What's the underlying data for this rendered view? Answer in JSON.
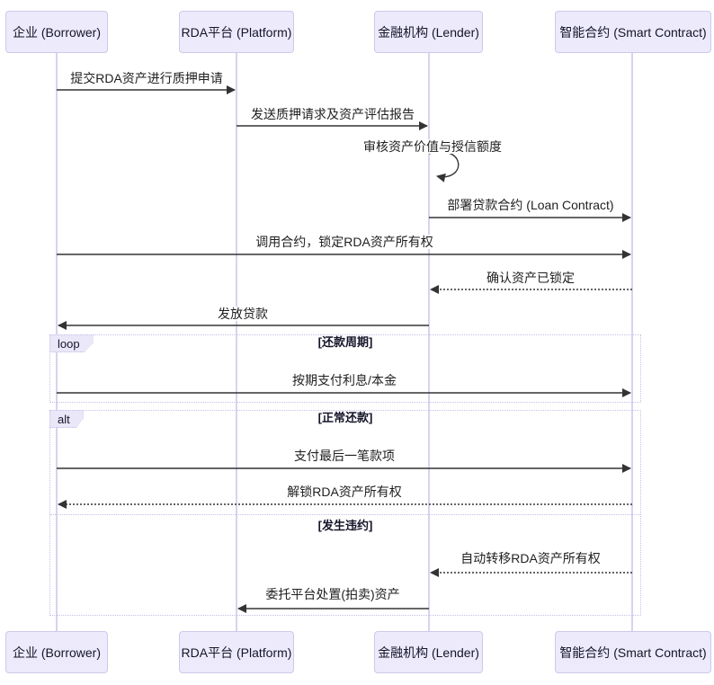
{
  "diagram_type": "sequence",
  "actors": [
    {
      "id": "borrower",
      "label": "企业 (Borrower)"
    },
    {
      "id": "platform",
      "label": "RDA平台 (Platform)"
    },
    {
      "id": "lender",
      "label": "金融机构 (Lender)"
    },
    {
      "id": "smart_contract",
      "label": "智能合约 (Smart Contract)"
    }
  ],
  "messages": [
    {
      "from": "borrower",
      "to": "platform",
      "line": "solid",
      "text": "提交RDA资产进行质押申请"
    },
    {
      "from": "platform",
      "to": "lender",
      "line": "solid",
      "text": "发送质押请求及资产评估报告"
    },
    {
      "from": "lender",
      "to": "lender",
      "line": "self",
      "text": "审核资产价值与授信额度"
    },
    {
      "from": "lender",
      "to": "smart_contract",
      "line": "solid",
      "text": "部署贷款合约 (Loan Contract)"
    },
    {
      "from": "borrower",
      "to": "smart_contract",
      "line": "solid",
      "text": "调用合约，锁定RDA资产所有权"
    },
    {
      "from": "smart_contract",
      "to": "lender",
      "line": "dotted",
      "text": "确认资产已锁定"
    },
    {
      "from": "lender",
      "to": "borrower",
      "line": "solid",
      "text": "发放贷款"
    },
    {
      "from": "borrower",
      "to": "smart_contract",
      "line": "solid",
      "text": "按期支付利息/本金"
    },
    {
      "from": "borrower",
      "to": "smart_contract",
      "line": "solid",
      "text": "支付最后一笔款项"
    },
    {
      "from": "smart_contract",
      "to": "borrower",
      "line": "dotted",
      "text": "解锁RDA资产所有权"
    },
    {
      "from": "smart_contract",
      "to": "lender",
      "line": "dotted",
      "text": "自动转移RDA资产所有权"
    },
    {
      "from": "lender",
      "to": "platform",
      "line": "solid",
      "text": "委托平台处置(拍卖)资产"
    }
  ],
  "frames": {
    "loop": {
      "label": "loop",
      "title": "[还款周期]"
    },
    "alt": {
      "label": "alt",
      "title_success": "[正常还款]",
      "title_default": "[发生违约]"
    }
  },
  "colors": {
    "background": "#FFFFFF",
    "actor_fill": "#ECEAFB",
    "actor_border": "#CFC9E9",
    "lifeline": "#D9D2F0",
    "frame_border": "#C6BFE6",
    "arrow": "#333333",
    "text": "#1F1F1F"
  }
}
